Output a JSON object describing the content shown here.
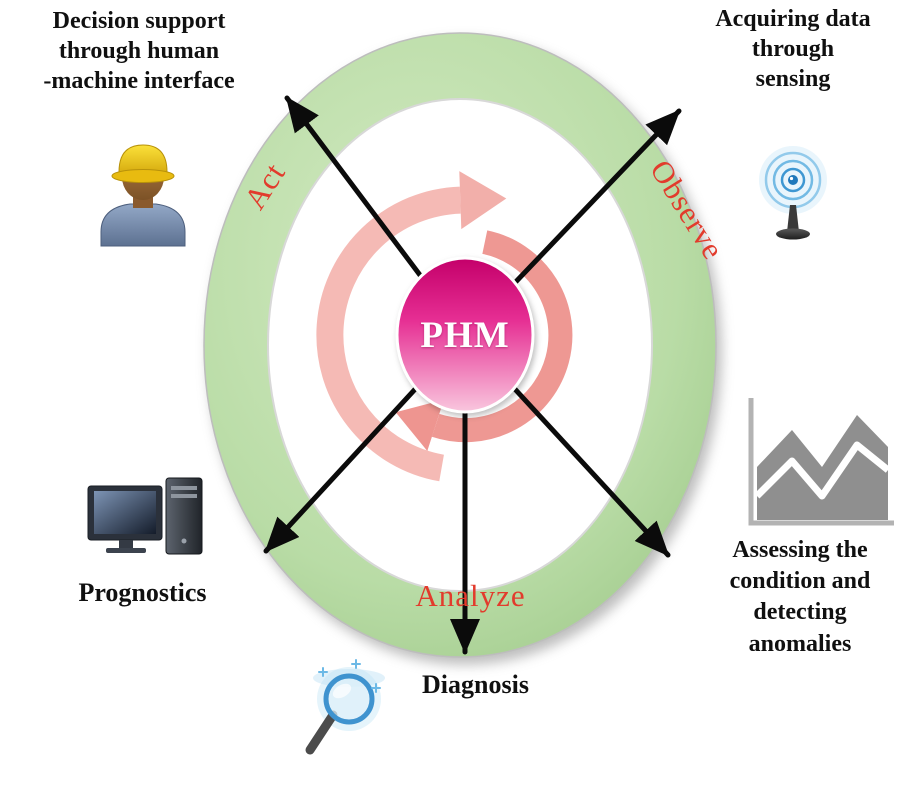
{
  "diagram": {
    "center_label": "PHM",
    "ring_labels": {
      "act": "Act",
      "observe": "Observe",
      "analyze": "Analyze"
    },
    "annotations": {
      "decision_support": "Decision support\nthrough human\n-machine interface",
      "acquiring_data": "Acquiring data\nthrough\nsensing",
      "prognostics": "Prognostics",
      "assessing_condition": "Assessing the\ncondition and\ndetecting\nanomalies",
      "diagnosis": "Diagnosis"
    },
    "icons": {
      "top_left": "worker-icon",
      "top_right": "sensing-antenna-icon",
      "bottom_left": "computer-icon",
      "bottom_right": "trend-chart-icon",
      "bottom_center": "magnifier-icon"
    },
    "colors": {
      "ring_green": "#b9dca6",
      "cycle_pink": "#ed8f8a",
      "center_magenta": "#d4006e",
      "label_red": "#e23b2c",
      "arrow_black": "#0b0b0b",
      "icon_gray": "#8f8f8f"
    }
  }
}
